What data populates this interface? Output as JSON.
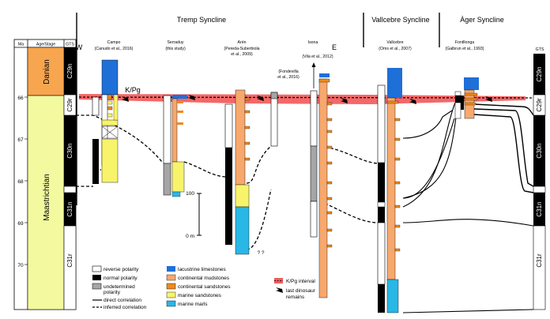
{
  "panels": [
    {
      "key": "tremp",
      "title": "Tremp Syncline"
    },
    {
      "key": "vallcebre",
      "title": "Vallcebre Syncline"
    },
    {
      "key": "ager",
      "title": "Àger Syncline"
    }
  ],
  "directions": {
    "west": "W",
    "east": "E"
  },
  "left_table": {
    "headers": {
      "ma": "Ma",
      "age": "Age/Stage",
      "gts": "GTS"
    },
    "ma_ticks": [
      "66",
      "67",
      "68",
      "69",
      "70"
    ],
    "stages": [
      {
        "name": "Danian",
        "color": "#f7a54f"
      },
      {
        "name": "Maastrichtian",
        "color": "#f2f99e"
      }
    ],
    "chrons": [
      "C29n",
      "C29r",
      "C30n",
      "C31n",
      "C31r"
    ]
  },
  "right_gts": {
    "header": "GTS",
    "chrons": [
      "C29n",
      "C29r",
      "C30n",
      "C31n",
      "C31r"
    ]
  },
  "sections": [
    {
      "name": "Campo",
      "ref": "(Canudo et al., 2016)"
    },
    {
      "name": "Serraduy",
      "ref": "(this study)"
    },
    {
      "name": "Arén",
      "ref_line1": "(Pereda-Suberbiola",
      "ref_line2": "et al., 2009)"
    },
    {
      "name": "Isona",
      "ref": "(Vila et al., 2012)"
    },
    {
      "name": "Vallcebre",
      "ref": "(Oms et al., 2007)"
    },
    {
      "name": "Fontllonga",
      "ref": "(Galbrun et al., 1993)"
    }
  ],
  "annotations": {
    "kpg": "K/Pg",
    "fondevilla_line1": "(Fondevilla",
    "fondevilla_line2": "et al., 2016)",
    "question": "? ?",
    "scale_top": "100",
    "scale_bottom": "0 m"
  },
  "legend": [
    {
      "label": "reverse polarity",
      "swatch": "#ffffff",
      "type": "box"
    },
    {
      "label": "normal polarity",
      "swatch": "#000000",
      "type": "box"
    },
    {
      "label": "undetermined",
      "label2": "polarity",
      "swatch": "#a6a6a6",
      "type": "box"
    },
    {
      "label": "direct correlation",
      "type": "solid"
    },
    {
      "label": "inferred correlation",
      "type": "dashed"
    },
    {
      "label": "lacustrine limestones",
      "swatch": "#1f6fd8",
      "type": "box"
    },
    {
      "label": "continental mudstones",
      "swatch": "#f7a86d",
      "type": "box"
    },
    {
      "label": "continental sandstones",
      "swatch": "#ee8a1f",
      "type": "box"
    },
    {
      "label": "marine sandstones",
      "swatch": "#f7f36b",
      "type": "box"
    },
    {
      "label": "marine marls",
      "swatch": "#29b7e6",
      "type": "box"
    },
    {
      "label": "K/Pg interval",
      "swatch": "#f25b5b",
      "type": "box"
    },
    {
      "label": "last dinosaur",
      "label2": "remains",
      "type": "dino"
    }
  ],
  "colors": {
    "kpg_band": "#f25b5b",
    "danian": "#f7a54f",
    "maastrichtian": "#f2f99e",
    "mudstone": "#f7a86d",
    "sandstone": "#ee8a1f",
    "marine_sandstone": "#f7f36b",
    "marls": "#29b7e6",
    "limestone": "#1f6fd8",
    "undetermined": "#a6a6a6"
  }
}
